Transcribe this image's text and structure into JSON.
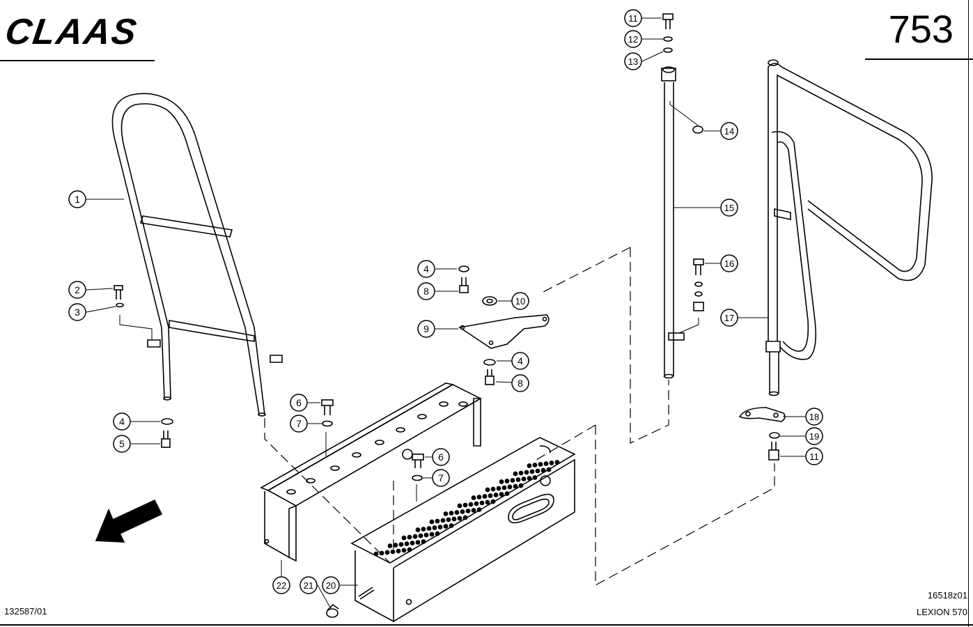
{
  "header": {
    "brand": "CLAAS",
    "page_number": "753"
  },
  "footer": {
    "left_code": "132587/01",
    "right_code": "16518z01",
    "model": "LEXION 570"
  },
  "callouts": [
    {
      "label": "1"
    },
    {
      "label": "2"
    },
    {
      "label": "3"
    },
    {
      "label": "4"
    },
    {
      "label": "5"
    },
    {
      "label": "4"
    },
    {
      "label": "8"
    },
    {
      "label": "9"
    },
    {
      "label": "10"
    },
    {
      "label": "4"
    },
    {
      "label": "8"
    },
    {
      "label": "6"
    },
    {
      "label": "7"
    },
    {
      "label": "6"
    },
    {
      "label": "7"
    },
    {
      "label": "11"
    },
    {
      "label": "12"
    },
    {
      "label": "13"
    },
    {
      "label": "14"
    },
    {
      "label": "15"
    },
    {
      "label": "16"
    },
    {
      "label": "17"
    },
    {
      "label": "18"
    },
    {
      "label": "19"
    },
    {
      "label": "11"
    },
    {
      "label": "20"
    },
    {
      "label": "21"
    },
    {
      "label": "22"
    }
  ],
  "icons": {
    "direction": "arrow-down-left-icon"
  }
}
